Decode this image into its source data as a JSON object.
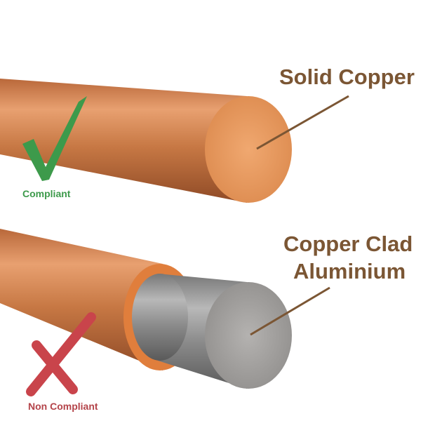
{
  "labels": {
    "solid_copper": "Solid Copper",
    "cca_line1": "Copper Clad",
    "cca_line2": "Aluminium"
  },
  "status": {
    "compliant": "Compliant",
    "non_compliant": "Non Compliant"
  },
  "icons": {
    "compliant": "check-mark-icon",
    "non_compliant": "cross-mark-icon"
  },
  "colors": {
    "label_text": "#7b5634",
    "compliant_green": "#3d9a4b",
    "non_compliant_red": "#c9444b",
    "copper": "#d9854e",
    "aluminium": "#9a9898"
  }
}
